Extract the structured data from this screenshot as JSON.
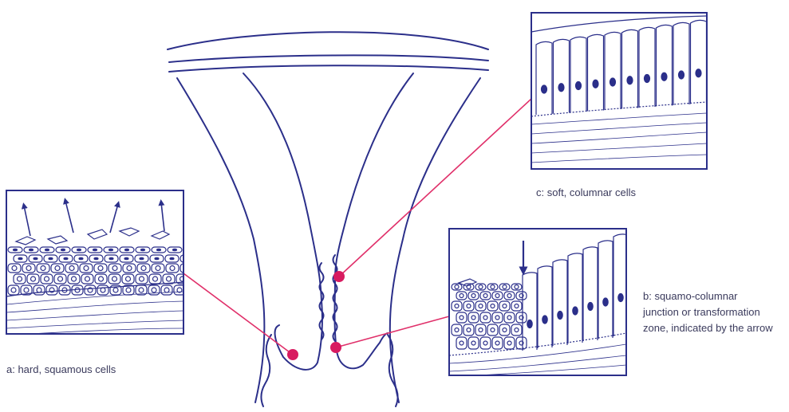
{
  "colors": {
    "line": "#2b2f8a",
    "pointer": "#e0306a",
    "dot": "#d81b60",
    "text": "#3a3a5c"
  },
  "captions": {
    "a": "a: hard, squamous cells",
    "c": "c: soft, columnar cells",
    "b_lines": [
      "b: squamo-columnar",
      "junction or transformation",
      "zone, indicated by the arrow"
    ]
  }
}
